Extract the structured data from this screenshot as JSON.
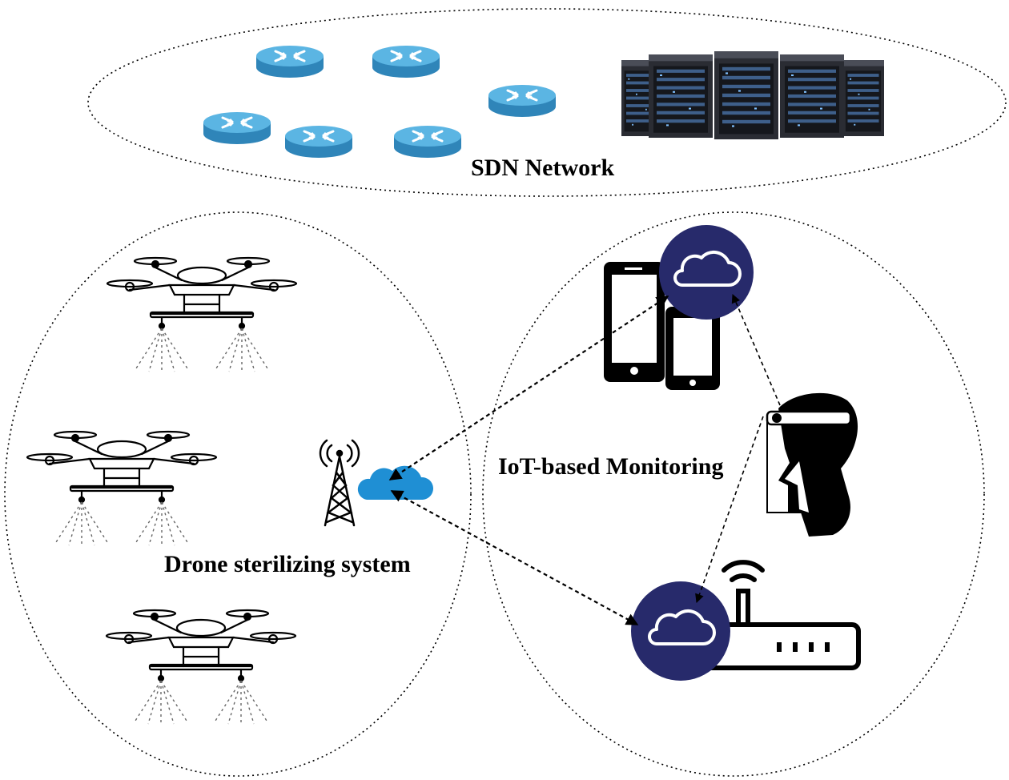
{
  "labels": {
    "sdn_network": "SDN Network",
    "drone_system": "Drone sterilizing system",
    "iot_monitoring": "IoT-based Monitoring"
  },
  "colors": {
    "router_blue": "#4aa6d6",
    "cloud_blue": "#1f8fd4",
    "iot_navy": "#272a6b",
    "server_dark": "#1c1e24",
    "line": "#000000"
  },
  "icons": {
    "routers": "router-icon",
    "servers": "server-rack-icon",
    "drones": "drone-icon",
    "tower": "cell-tower-icon",
    "cloud": "cloud-icon",
    "phones": "smartphone-icon",
    "person": "face-shield-person-icon",
    "wifi_router": "wifi-router-icon"
  }
}
